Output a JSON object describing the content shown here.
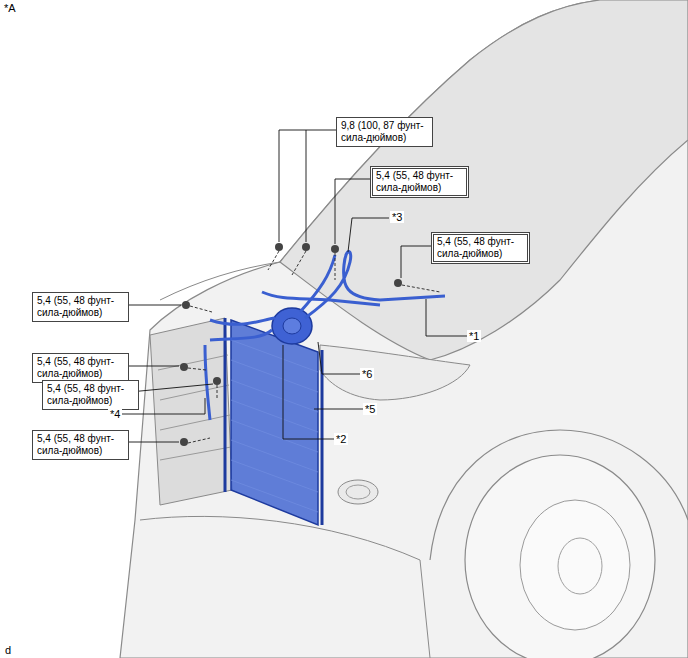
{
  "diagram": {
    "nodes": [
      {
        "text": [
          "9,8 (100, 87 фунт- сила-дюймов)"
        ]
      },
      {
        "text": [
          "5,4 (55, 48 фунт- сила-дюймов)"
        ]
      },
      {
        "text": [
          "5,4 (55, 48 фунт- сила-дюймов)"
        ]
      },
      {
        "text": [
          "5,4 (55, 48 фунт- сила-дюймов)"
        ]
      },
      {
        "text": [
          "5,4 (55, 48 фунт- сила-дюймов)"
        ]
      },
      {
        "text": [
          "5,4 (55, 48 фунт- сила-дюймов)"
        ]
      },
      {
        "text": [
          "5,4 (55, 48 фунт- сила-дюймов)"
        ]
      }
    ],
    "labels": [
      "*A",
      "*3",
      "*1",
      "*6",
      "*4",
      "*5",
      "*2",
      "d"
    ]
  }
}
